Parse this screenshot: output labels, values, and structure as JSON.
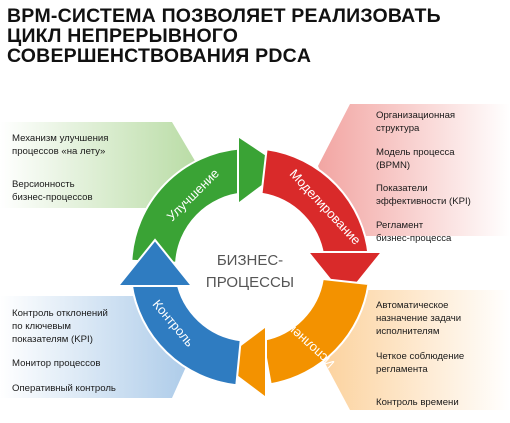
{
  "title": {
    "line1": "BPM-СИСТЕМА ПОЗВОЛЯЕТ РЕАЛИЗОВАТЬ",
    "line2": "ЦИКЛ НЕПРЕРЫВНОГО",
    "line3": "СОВЕРШЕНСТВОВАНИЯ PDCA"
  },
  "center": {
    "line1": "БИЗНЕС-",
    "line2": "ПРОЦЕССЫ"
  },
  "arrows": {
    "improvement": {
      "label": "Улучшение",
      "color": "#3aa335"
    },
    "modeling": {
      "label": "Моделирование",
      "color": "#d92a2a"
    },
    "execution": {
      "label": "Исполнение",
      "color": "#f39200"
    },
    "control": {
      "label": "Контроль",
      "color": "#2f7cc1"
    }
  },
  "left_top": {
    "item1_line1": "Механизм улучшения",
    "item1_line2": "процессов «на лету»",
    "item2_line1": "Версионность",
    "item2_line2": "бизнес-процессов"
  },
  "right_top": {
    "item1_line1": "Организационная",
    "item1_line2": "структура",
    "item2_line1": "Модель процесса",
    "item2_line2": "(BPMN)",
    "item3_line1": "Показатели",
    "item3_line2": "эффективности (KPI)",
    "item4_line1": "Регламент",
    "item4_line2": "бизнес-процесса"
  },
  "left_bottom": {
    "item1_line1": "Контроль отклонений",
    "item1_line2": "по ключевым",
    "item1_line3": "показателям (KPI)",
    "item2": "Монитор процессов",
    "item3": "Оперативный контроль"
  },
  "right_bottom": {
    "item1_line1": "Автоматическое",
    "item1_line2": "назначение задачи",
    "item1_line3": "исполнителям",
    "item2_line1": "Четкое соблюдение",
    "item2_line2": "регламента",
    "item3": "Контроль времени"
  }
}
